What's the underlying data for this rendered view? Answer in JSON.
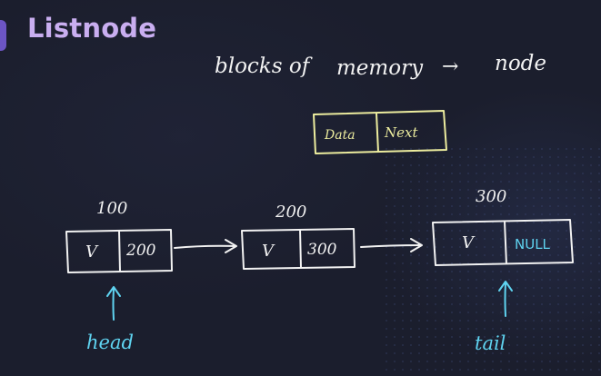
{
  "slide": {
    "title": "Listnode"
  },
  "definition": {
    "text_left": "blocks of",
    "text_middle": "memory",
    "arrow": "→",
    "text_right": "node"
  },
  "legend_node": {
    "field1": "Data",
    "field2": "Next"
  },
  "nodes": [
    {
      "address": "100",
      "value": "V",
      "next": "200"
    },
    {
      "address": "200",
      "value": "V",
      "next": "300"
    },
    {
      "address": "300",
      "value": "V",
      "next": "NULL"
    }
  ],
  "pointers": {
    "head": "head",
    "tail": "tail"
  },
  "colors": {
    "title": "#c9aef0",
    "ink_white": "#f2f2f2",
    "ink_yellow": "#ecec9e",
    "ink_cyan": "#5fd3f0",
    "background": "#1b1e2d",
    "accent_tab": "#6c55c4"
  }
}
